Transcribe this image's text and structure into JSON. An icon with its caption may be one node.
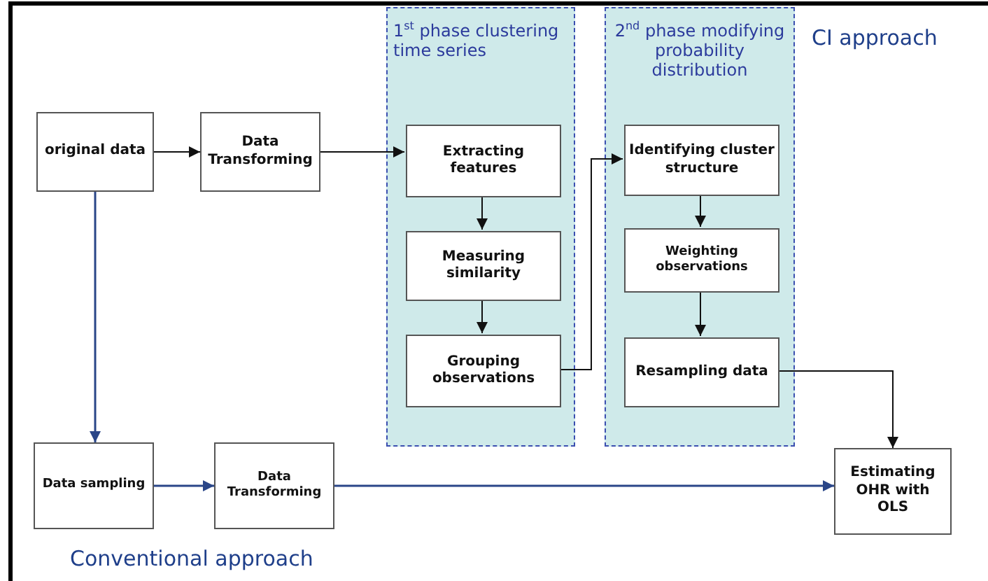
{
  "diagram": {
    "nodes": [
      {
        "text": [
          "original data"
        ]
      },
      {
        "text": [
          "Data Transforming"
        ]
      },
      {
        "text": [
          "1$^{st}$ phase clustering time series"
        ]
      },
      {
        "text": [
          "Extracting features"
        ],
        "in": 2
      },
      {
        "text": [
          "Measuring similarity"
        ],
        "in": 2
      },
      {
        "text": [
          "Grouping observations"
        ],
        "in": 2
      },
      {
        "text": [
          "2$^{nd}$ phase modifying probability distribution"
        ]
      },
      {
        "text": [
          "Identifying cluster structure"
        ],
        "in": 6
      },
      {
        "text": [
          "Weighting observations"
        ],
        "in": 6
      },
      {
        "text": [
          "Resampling data"
        ],
        "in": 6
      },
      {
        "text": [
          "Data sampling"
        ]
      },
      {
        "text": [
          "Data Transforming"
        ]
      },
      {
        "text": [
          "Estimating OHR with OLS"
        ]
      }
    ],
    "edges": [
      {
        "from": 0,
        "to": 1,
        "arrow": "to"
      },
      {
        "from": 1,
        "to": 3,
        "arrow": "to"
      },
      {
        "from": 3,
        "to": 4,
        "arrow": "to"
      },
      {
        "from": 4,
        "to": 5,
        "arrow": "to"
      },
      {
        "from": 5,
        "to": 7,
        "arrow": "to"
      },
      {
        "from": 7,
        "to": 8,
        "arrow": "to"
      },
      {
        "from": 8,
        "to": 9,
        "arrow": "to"
      },
      {
        "from": 9,
        "to": 12,
        "arrow": "to"
      },
      {
        "from": 0,
        "to": 10,
        "arrow": "to",
        "color": "#2a4688"
      },
      {
        "from": 10,
        "to": 11,
        "arrow": "to",
        "color": "#2a4688"
      },
      {
        "from": 11,
        "to": 12,
        "arrow": "to",
        "color": "#2a4688"
      }
    ],
    "labels": [
      "CI approach",
      "Conventional approach"
    ]
  }
}
